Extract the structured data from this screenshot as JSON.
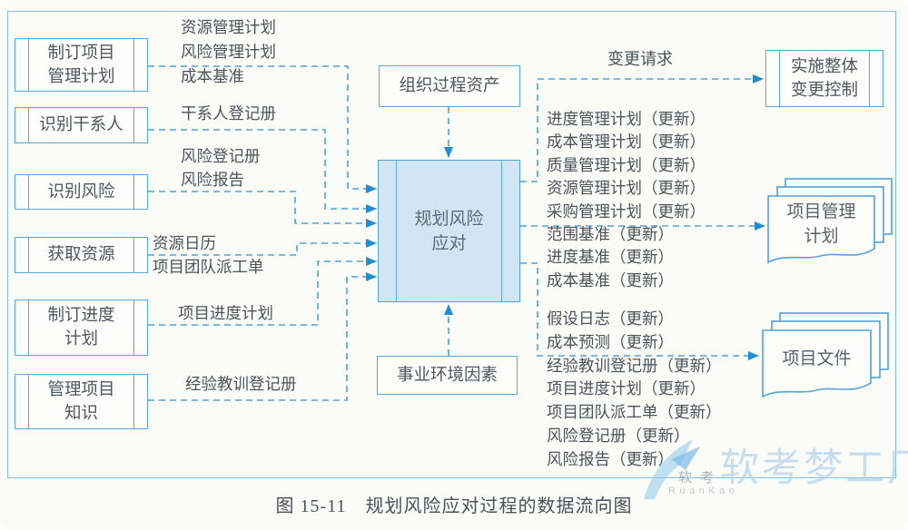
{
  "diagram": {
    "caption": "图 15-11　规划风险应对过程的数据流向图",
    "process": "规划风险\n应对",
    "top_input": "组织过程资产",
    "bottom_input": "事业环境因素",
    "sources": [
      {
        "label": "制订项目\n管理计划"
      },
      {
        "label": "识别干系人"
      },
      {
        "label": "识别风险"
      },
      {
        "label": "获取资源"
      },
      {
        "label": "制订进度\n计划"
      },
      {
        "label": "管理项目\n知识"
      }
    ],
    "input_labels": {
      "g1": [
        "资源管理计划",
        "风险管理计划",
        "成本基准"
      ],
      "g2": [
        "干系人登记册"
      ],
      "g3": [
        "风险登记册",
        "风险报告"
      ],
      "g4": [
        "资源日历",
        "项目团队派工单"
      ],
      "g5": [
        "项目进度计划"
      ],
      "g6": [
        "经验教训登记册"
      ]
    },
    "change_request": "变更请求",
    "change_control": "实施整体\n变更控制",
    "pm_updates": [
      "进度管理计划（更新）",
      "成本管理计划（更新）",
      "质量管理计划（更新）",
      "资源管理计划（更新）",
      "采购管理计划（更新）",
      "范围基准（更新）",
      "进度基准（更新）",
      "成本基准（更新）"
    ],
    "doc_updates": [
      "假设日志（更新）",
      "成本预测（更新）",
      "经验教训登记册（更新）",
      "项目进度计划（更新）",
      "项目团队派工单（更新）",
      "风险登记册（更新）",
      "风险报告（更新）"
    ],
    "pm_plan_doc": "项目管理\n计划",
    "project_files_doc": "项目文件"
  },
  "watermark": {
    "brand": "软考梦工厂",
    "logo_text": "软考",
    "logo_sub": "RuanKao"
  },
  "colors": {
    "line_blue": "#4aa3dc",
    "box_border": "#58a8da",
    "process_fill": "#d2e5f3",
    "arrow_fill": "#1f8fd4",
    "text_gray": "#4e585f",
    "watermark_blue": "#b7d7ec"
  }
}
